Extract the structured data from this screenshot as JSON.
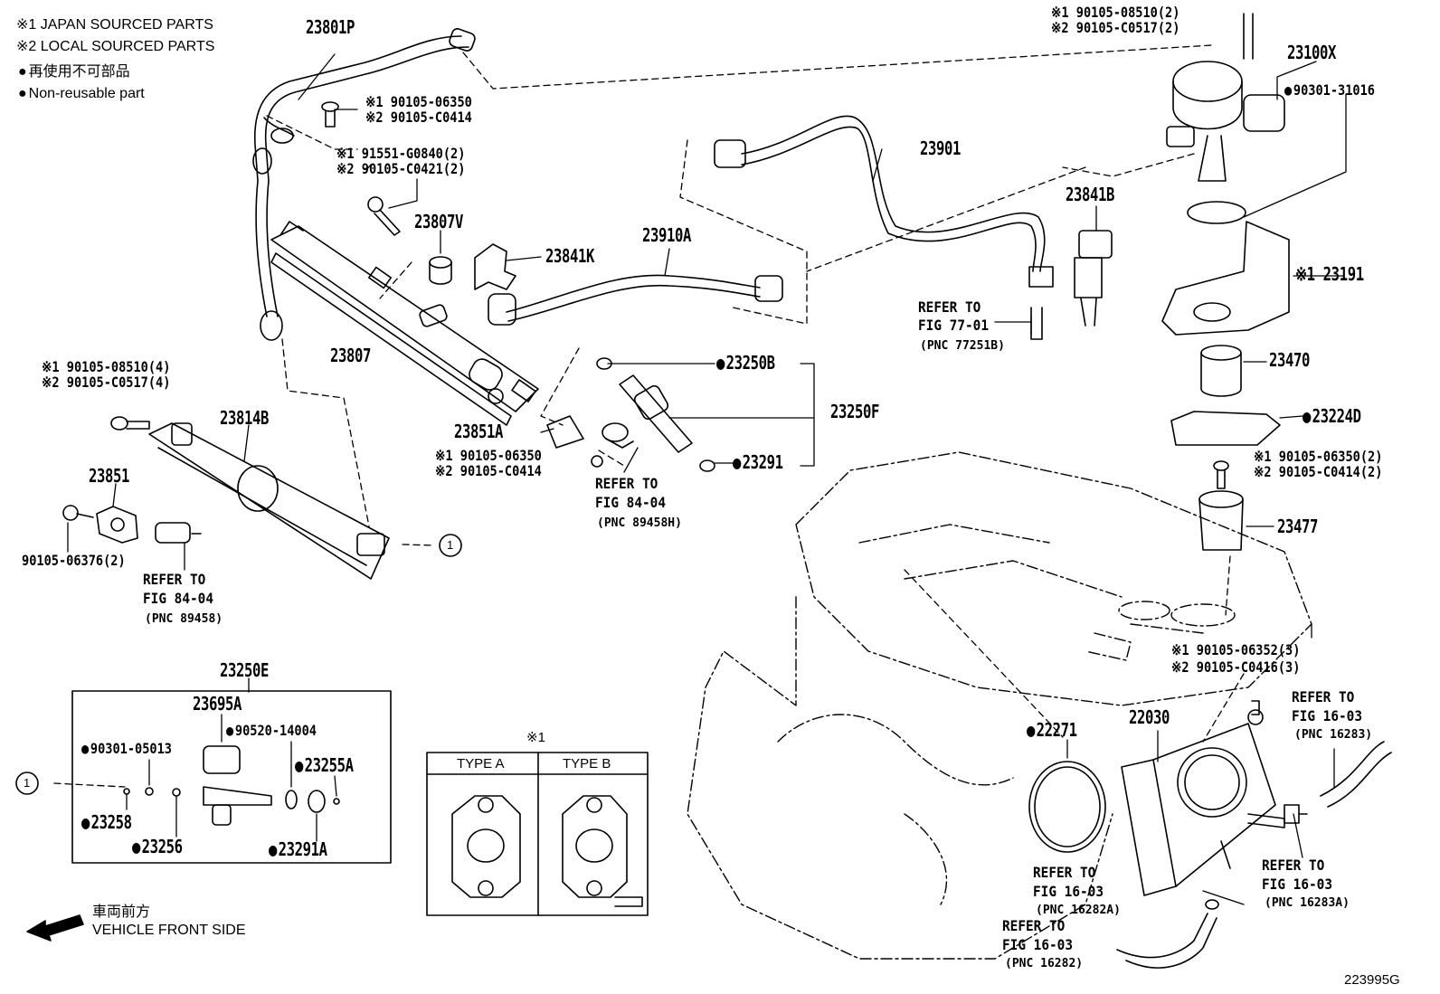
{
  "legend": {
    "line1": "※1 JAPAN SOURCED PARTS",
    "line2": "※2 LOCAL SOURCED PARTS",
    "nonreuse_jp": "再使用不可部品",
    "nonreuse_en": "Non-reusable part"
  },
  "front": {
    "jp": "車両前方",
    "en": "VEHICLE FRONT SIDE"
  },
  "diagram_id": "223995G",
  "type_box": {
    "header": "※1",
    "type_a": "TYPE A",
    "type_b": "TYPE B"
  },
  "callout_symbol": "1",
  "parts": {
    "p23801P": "23801P",
    "p23100X": "23100X",
    "p90301_31016": "90301-31016",
    "p23901": "23901",
    "p23841B": "23841B",
    "p23807V": "23807V",
    "p23841K": "23841K",
    "p23910A": "23910A",
    "p23807": "23807",
    "p23191": "※1 23191",
    "p23470": "23470",
    "p23224D": "23224D",
    "p23250B": "23250B",
    "p23250F": "23250F",
    "p23291": "23291",
    "p23851A": "23851A",
    "p23814B": "23814B",
    "p23851": "23851",
    "p90105_06376": "90105-06376(2)",
    "p23477": "23477",
    "p23250E": "23250E",
    "p23695A": "23695A",
    "p90520_14004": "90520-14004",
    "p90301_05013": "90301-05013",
    "p23255A": "23255A",
    "p23258": "23258",
    "p23256": "23256",
    "p23291A": "23291A",
    "p22271": "22271",
    "p22030": "22030"
  },
  "bolts": {
    "top_right_1": "※1 90105-08510(2)",
    "top_right_2": "※2 90105-C0517(2)",
    "upper_1": "※1 90105-06350",
    "upper_2": "※2 90105-C0414",
    "mid_1": "※1 91551-G0840(2)",
    "mid_2": "※2 90105-C0421(2)",
    "left_1": "※1 90105-08510(4)",
    "left_2": "※2 90105-C0517(4)",
    "center_1": "※1 90105-06350",
    "center_2": "※2 90105-C0414",
    "right_1": "※1 90105-06350(2)",
    "right_2": "※2 90105-C0414(2)",
    "tb_1": "※1 90105-06352(3)",
    "tb_2": "※2 90105-C0416(3)"
  },
  "refs": {
    "r77": {
      "l1": "REFER TO",
      "l2": "FIG 77-01",
      "l3": "(PNC 77251B)"
    },
    "r84a": {
      "l1": "REFER TO",
      "l2": "FIG 84-04",
      "l3": "(PNC 89458H)"
    },
    "r84b": {
      "l1": "REFER TO",
      "l2": "FIG 84-04",
      "l3": "(PNC 89458)"
    },
    "r16a": {
      "l1": "REFER TO",
      "l2": "FIG 16-03",
      "l3": "(PNC 16283)"
    },
    "r16b": {
      "l1": "REFER TO",
      "l2": "FIG 16-03",
      "l3": "(PNC 16282A)"
    },
    "r16c": {
      "l1": "REFER TO",
      "l2": "FIG 16-03",
      "l3": "(PNC 16283A)"
    },
    "r16d": {
      "l1": "REFER TO",
      "l2": "FIG 16-03",
      "l3": "(PNC 16282)"
    }
  }
}
